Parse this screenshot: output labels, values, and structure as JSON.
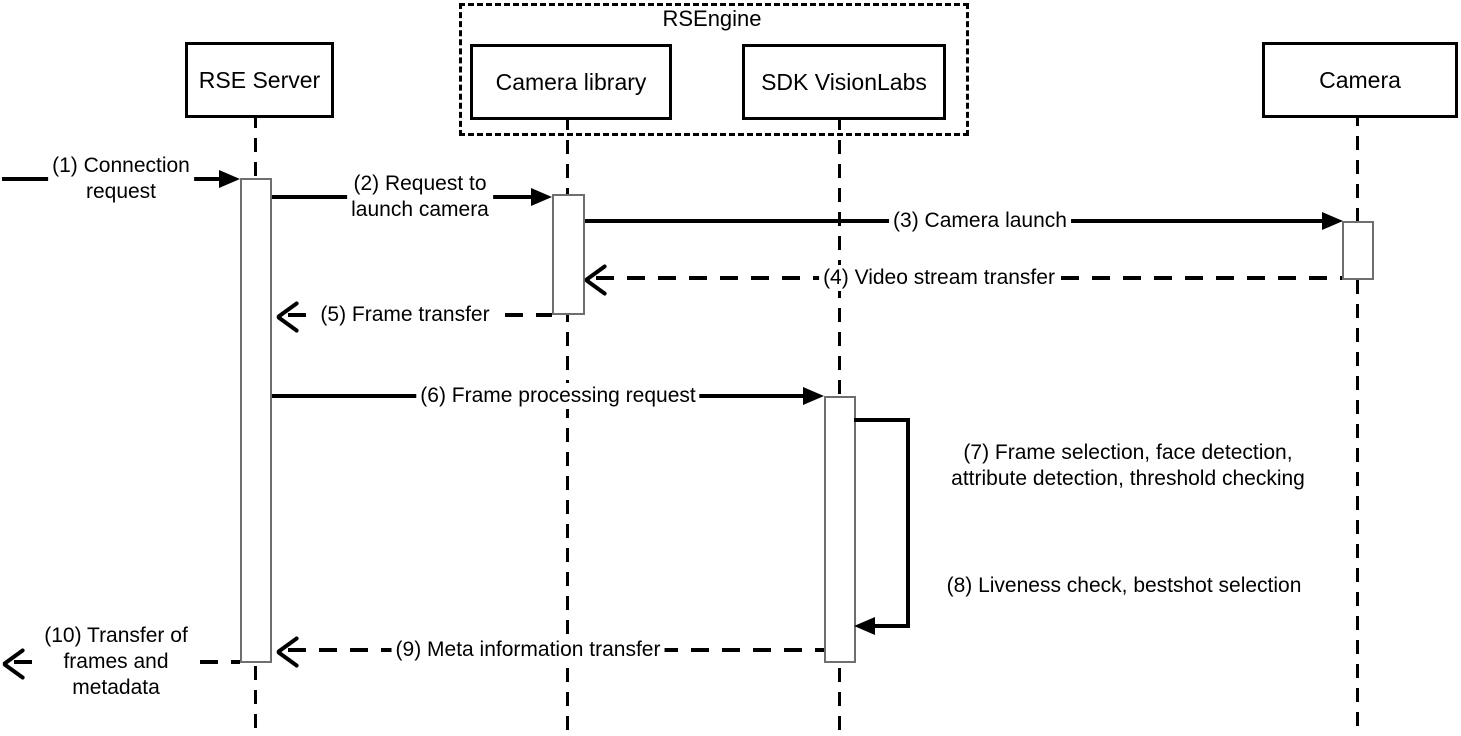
{
  "frame": {
    "label": "RSEngine"
  },
  "actors": [
    {
      "id": "rse-server",
      "name": "RSE Server"
    },
    {
      "id": "camera-library",
      "name": "Camera library"
    },
    {
      "id": "sdk-visionlabs",
      "name": "SDK VisionLabs"
    },
    {
      "id": "camera",
      "name": "Camera"
    }
  ],
  "messages": [
    {
      "num": 1,
      "label": "(1) Connection request",
      "lines": [
        "(1) Connection",
        "request"
      ],
      "from": "external",
      "to": "RSE Server",
      "style": "solid"
    },
    {
      "num": 2,
      "label": "(2) Request to launch camera",
      "lines": [
        "(2) Request to",
        "launch camera"
      ],
      "from": "RSE Server",
      "to": "Camera library",
      "style": "solid"
    },
    {
      "num": 3,
      "label": "(3) Camera launch",
      "lines": [
        "(3) Camera launch"
      ],
      "from": "Camera library",
      "to": "Camera",
      "style": "solid"
    },
    {
      "num": 4,
      "label": "(4) Video stream transfer",
      "lines": [
        "(4) Video stream transfer"
      ],
      "from": "Camera",
      "to": "Camera library",
      "style": "dashed"
    },
    {
      "num": 5,
      "label": "(5) Frame transfer",
      "lines": [
        "(5) Frame transfer"
      ],
      "from": "Camera library",
      "to": "RSE Server",
      "style": "dashed"
    },
    {
      "num": 6,
      "label": "(6) Frame processing request",
      "lines": [
        "(6) Frame processing request"
      ],
      "from": "RSE Server",
      "to": "SDK VisionLabs",
      "style": "solid"
    },
    {
      "num": 7,
      "label": "(7) Frame selection, face detection, attribute detection, threshold checking",
      "lines": [
        "(7) Frame selection, face detection,",
        "attribute detection, threshold checking"
      ],
      "from": "SDK VisionLabs",
      "to": "SDK VisionLabs",
      "style": "self-loop"
    },
    {
      "num": 8,
      "label": "(8) Liveness check, bestshot selection",
      "lines": [
        "(8) Liveness check, bestshot selection"
      ],
      "from": "SDK VisionLabs",
      "to": "SDK VisionLabs",
      "style": "self-loop"
    },
    {
      "num": 9,
      "label": "(9) Meta information transfer",
      "lines": [
        "(9) Meta information transfer"
      ],
      "from": "SDK VisionLabs",
      "to": "RSE Server",
      "style": "dashed"
    },
    {
      "num": 10,
      "label": "(10) Transfer of frames and metadata",
      "lines": [
        "(10) Transfer of",
        "frames and",
        "metadata"
      ],
      "from": "RSE Server",
      "to": "external",
      "style": "dashed"
    }
  ],
  "colors": {
    "line": "#000000",
    "background": "#ffffff",
    "activation_border": "#6e6e6e",
    "activation_fill": "#ffffff"
  }
}
